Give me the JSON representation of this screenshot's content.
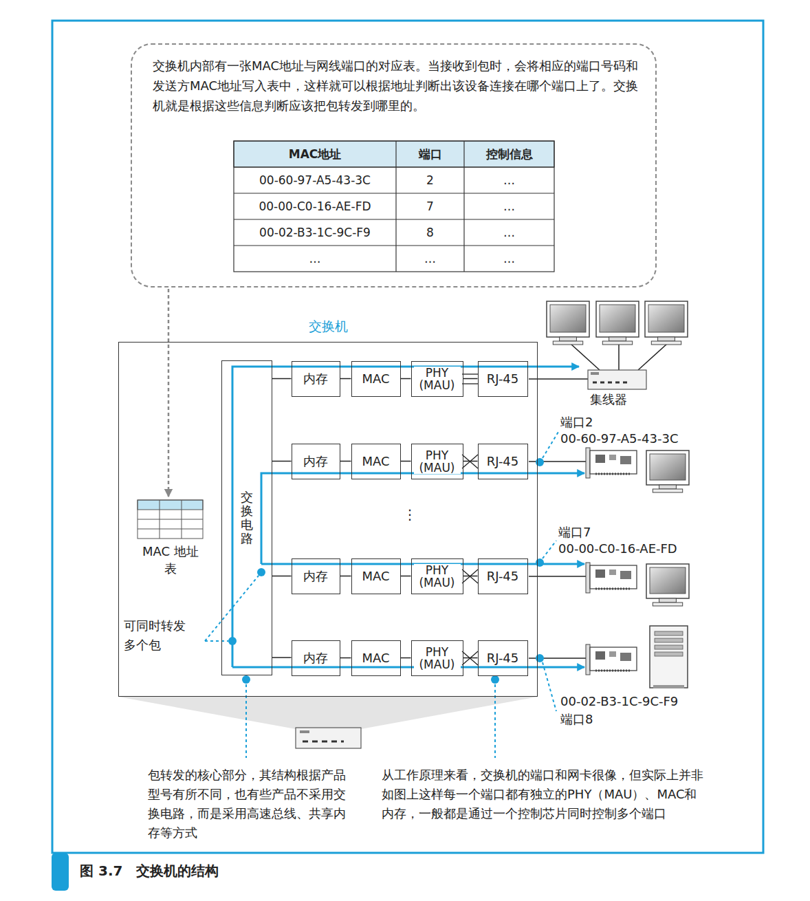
{
  "diagram": {
    "caption": "图 3.7　交换机的结构",
    "nodes": [
      {
        "text": [
          "交换机内部有一张MAC地址与网线端口的对应表。当接收到包时，会将相应的端口号码和发送方MAC地址写入表中，这样就可以根据地址判断出该设备连接在哪个端口上了。交换机就是根据这些信息判断应该把包转发到哪里的。"
        ]
      },
      {
        "text": [
          "交换机"
        ]
      },
      {
        "text": [
          "交换电路"
        ],
        "in": 1
      },
      {
        "text": [
          "内存"
        ],
        "in": 1
      },
      {
        "text": [
          "MAC"
        ],
        "in": 1
      },
      {
        "text": [
          "PHY (MAU)"
        ],
        "in": 1
      },
      {
        "text": [
          "RJ-45"
        ],
        "in": 1
      },
      {
        "text": [
          "内存"
        ],
        "in": 1
      },
      {
        "text": [
          "MAC"
        ],
        "in": 1
      },
      {
        "text": [
          "PHY (MAU)"
        ],
        "in": 1
      },
      {
        "text": [
          "RJ-45"
        ],
        "in": 1
      },
      {
        "text": [
          "内存"
        ],
        "in": 1
      },
      {
        "text": [
          "MAC"
        ],
        "in": 1
      },
      {
        "text": [
          "PHY (MAU)"
        ],
        "in": 1
      },
      {
        "text": [
          "RJ-45"
        ],
        "in": 1
      },
      {
        "text": [
          "内存"
        ],
        "in": 1
      },
      {
        "text": [
          "MAC"
        ],
        "in": 1
      },
      {
        "text": [
          "PHY (MAU)"
        ],
        "in": 1
      },
      {
        "text": [
          "RJ-45"
        ],
        "in": 1
      }
    ],
    "edges": [
      {
        "from": 2,
        "to": 3,
        "arrow": "none"
      },
      {
        "from": 3,
        "to": 4,
        "arrow": "none"
      },
      {
        "from": 4,
        "to": 5,
        "arrow": "none"
      },
      {
        "from": 5,
        "to": 6,
        "arrow": "none"
      },
      {
        "from": 2,
        "to": 7,
        "arrow": "none"
      },
      {
        "from": 7,
        "to": 8,
        "arrow": "none"
      },
      {
        "from": 8,
        "to": 9,
        "arrow": "none"
      },
      {
        "from": 9,
        "to": 10,
        "arrow": "none"
      },
      {
        "from": 2,
        "to": 11,
        "arrow": "none"
      },
      {
        "from": 11,
        "to": 12,
        "arrow": "none"
      },
      {
        "from": 12,
        "to": 13,
        "arrow": "none"
      },
      {
        "from": 13,
        "to": 14,
        "arrow": "none"
      },
      {
        "from": 2,
        "to": 15,
        "arrow": "none"
      },
      {
        "from": 15,
        "to": 16,
        "arrow": "none"
      },
      {
        "from": 16,
        "to": 17,
        "arrow": "none"
      },
      {
        "from": 17,
        "to": 18,
        "arrow": "none"
      }
    ],
    "labels": [
      "MAC地址",
      "端口",
      "控制信息",
      "00-60-97-A5-43-3C",
      "2",
      "…",
      "00-00-C0-16-AE-FD",
      "7",
      "…",
      "00-02-B3-1C-9C-F9",
      "8",
      "…",
      "…",
      "…",
      "…",
      "⋮",
      "MAC 地址表",
      "集线器",
      "端口2",
      "00-60-97-A5-43-3C",
      "端口7",
      "00-00-C0-16-AE-FD",
      "00-02-B3-1C-9C-F9",
      "端口8",
      "可同时转发多个包",
      "包转发的核心部分，其结构根据产品型号有所不同，也有些产品不采用交换电路，而是采用高速总线、共享内存等方式",
      "从工作原理来看，交换机的端口和网卡很像，但实际上并非如图上这样每一个端口都有独立的PHY（MAU）、MAC和内存，一般都是通过一个控制芯片同时控制多个端口"
    ]
  }
}
